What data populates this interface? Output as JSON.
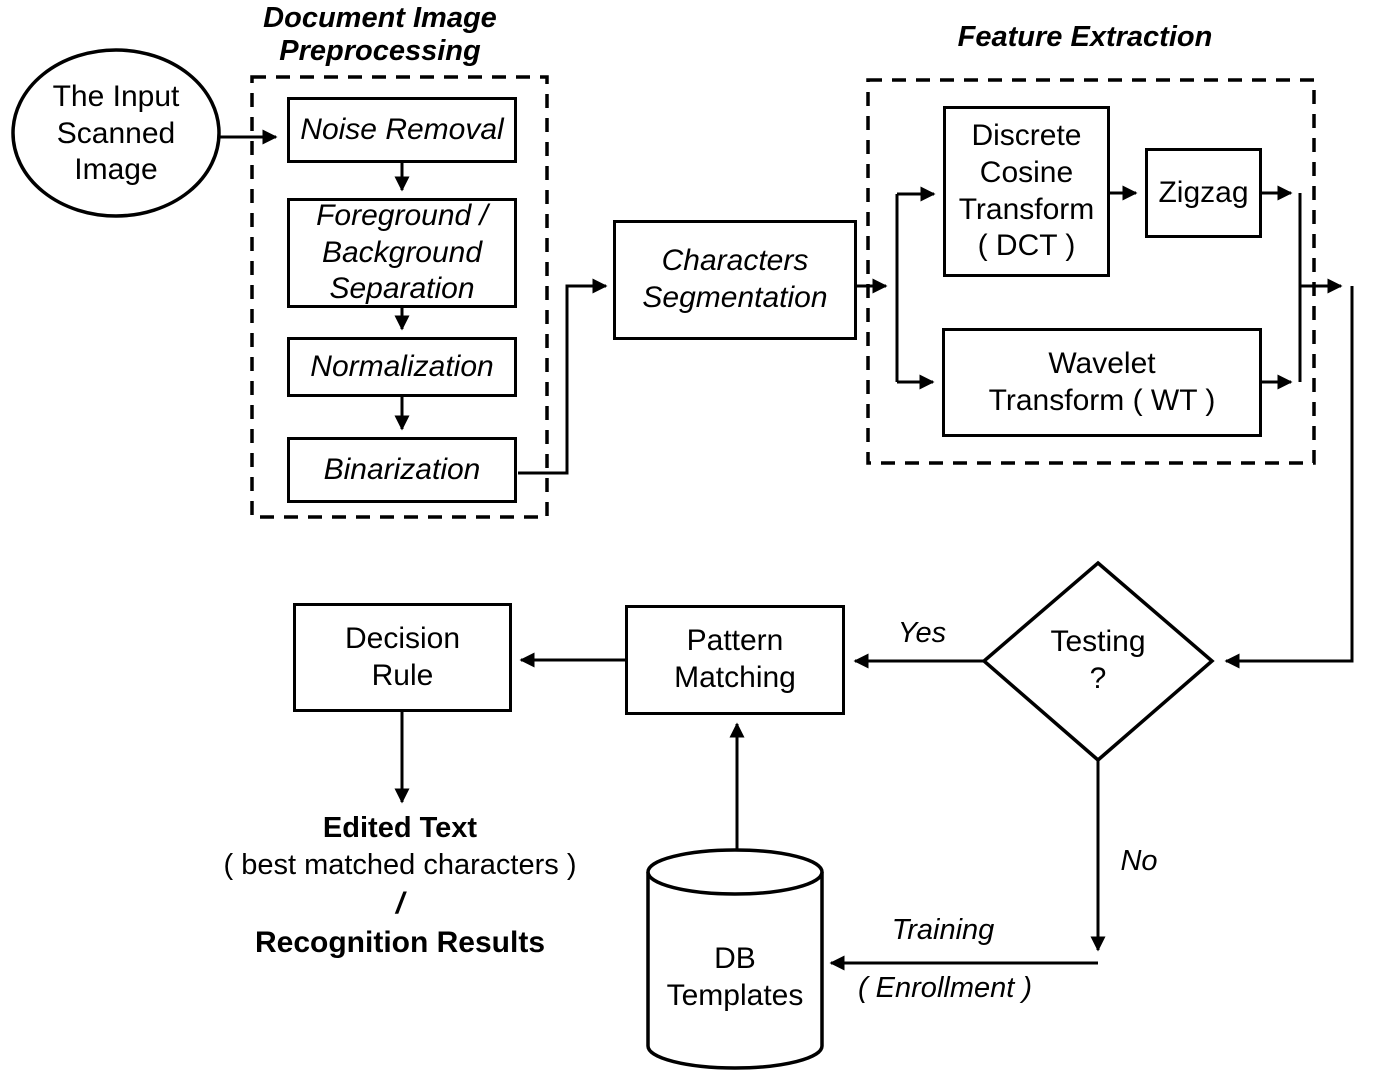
{
  "diagram": {
    "groups": {
      "preprocessing": {
        "title": "Document Image\nPreprocessing"
      },
      "feature_extraction": {
        "title": "Feature Extraction"
      }
    },
    "nodes": {
      "input_scanned_image": {
        "label": "The Input\nScanned\nImage",
        "shape": "ellipse"
      },
      "noise_removal": {
        "label": "Noise Removal",
        "shape": "rect"
      },
      "fg_bg_separation": {
        "label": "Foreground /\nBackground\nSeparation",
        "shape": "rect"
      },
      "normalization": {
        "label": "Normalization",
        "shape": "rect"
      },
      "binarization": {
        "label": "Binarization",
        "shape": "rect"
      },
      "characters_segmentation": {
        "label": "Characters\nSegmentation",
        "shape": "rect"
      },
      "dct": {
        "label": "Discrete\nCosine\nTransform\n( DCT )",
        "shape": "rect"
      },
      "zigzag": {
        "label": "Zigzag",
        "shape": "rect"
      },
      "wavelet_transform": {
        "label": "Wavelet\nTransform ( WT )",
        "shape": "rect"
      },
      "testing_decision": {
        "label": "Testing\n?",
        "shape": "diamond"
      },
      "pattern_matching": {
        "label": "Pattern\nMatching",
        "shape": "rect"
      },
      "decision_rule": {
        "label": "Decision\nRule",
        "shape": "rect"
      },
      "db_templates": {
        "label": "DB\nTemplates",
        "shape": "cylinder"
      }
    },
    "edge_labels": {
      "yes": "Yes",
      "no": "No",
      "training": "Training",
      "enrollment": "( Enrollment )"
    },
    "output_text": {
      "line1": "Edited Text",
      "line2": "( best matched characters )",
      "line3": "/",
      "line4": "Recognition Results"
    },
    "colors": {
      "line": "#000000",
      "background": "#ffffff",
      "text": "#000000"
    }
  }
}
